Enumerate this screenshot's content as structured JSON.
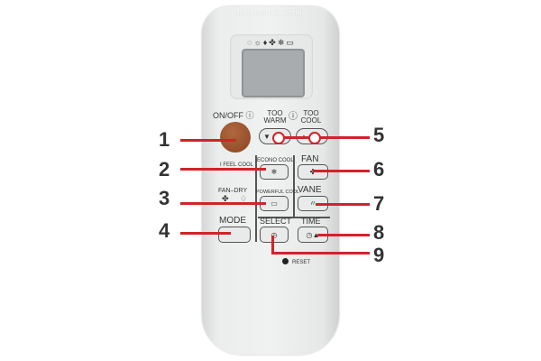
{
  "remote": {
    "brand": "MITSUBISHI ELECTRIC",
    "mode_icons": "◌☼♦✤❄▭",
    "on_off_label": "ON/OFF ⓘ",
    "too_warm_label": "TOO WARM",
    "too_cool_label": "TOO COOL",
    "i_feel_label": "I FEEL",
    "cool_label": "COOL",
    "fan_dry_label": "FAN–DRY",
    "econo_cool_label": "ECONO COOL",
    "powerful_cool_label": "POWERFUL COOL",
    "fan_label": "FAN",
    "vane_label": "VANE",
    "mode_label": "MODE",
    "select_label": "SELECT",
    "time_label": "TIME",
    "reset_label": "RESET"
  },
  "callouts": [
    "1",
    "2",
    "3",
    "4",
    "5",
    "6",
    "7",
    "8",
    "9"
  ],
  "colors": {
    "callout_line": "#d2232a",
    "on_off_button": "#9a5230",
    "body": "#eceeed"
  }
}
